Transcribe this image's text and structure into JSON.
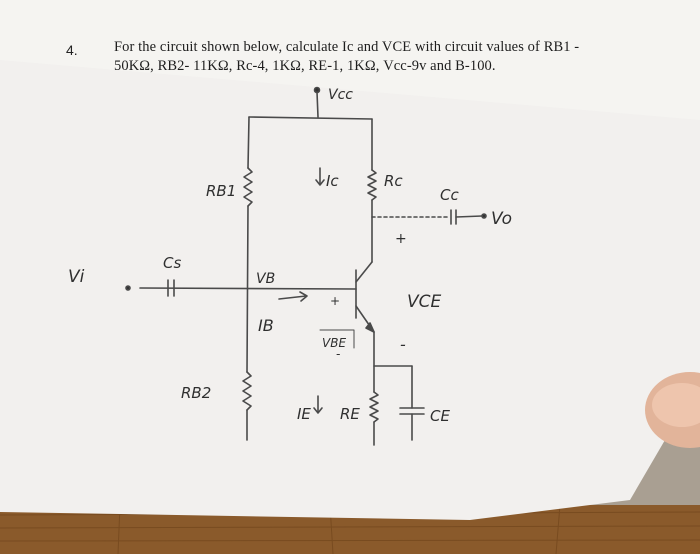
{
  "problem": {
    "number": "4.",
    "line1": "For the circuit shown below, calculate Ic and VCE with circuit values of RB1 -",
    "line2": "50KΩ, RB2- 11KΩ, Rc-4, 1KΩ, RE-1, 1KΩ, Vcc-9v and B-100."
  },
  "labels": {
    "vcc": "Vcc",
    "rb1": "RB1",
    "rb2": "RB2",
    "rc": "Rc",
    "re": "RE",
    "ic": "Ic",
    "ie": "IE",
    "ib": "IB",
    "vb": "VB",
    "vbe": "VBE",
    "vce": "VCE",
    "vi": "Vi",
    "vo": "Vo",
    "cs": "Cs",
    "cc": "Cc",
    "ce": "CE",
    "plus_collector": "+",
    "minus_emitter": "-",
    "plus_base": "+",
    "minus_vbe": "-"
  }
}
